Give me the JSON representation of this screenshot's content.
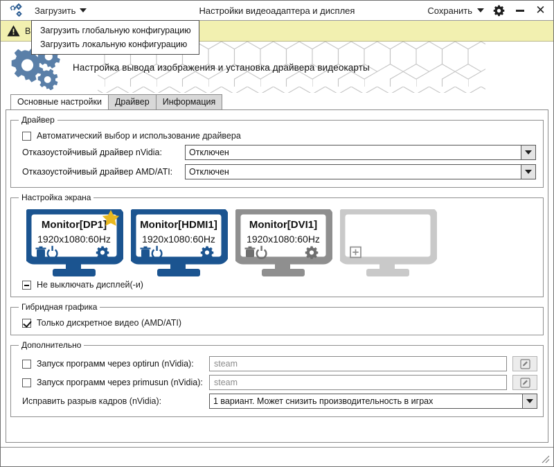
{
  "window": {
    "title": "Настройки видеоадаптера и дисплея",
    "load_menu_label": "Загрузить",
    "save_menu_label": "Сохранить",
    "settings_icon": "gear-icon",
    "minimize_icon": "minimize-icon",
    "close_icon": "close-icon",
    "app_icon": "gears-app-icon"
  },
  "dropdown": {
    "items": [
      {
        "label": "Загрузить глобальную конфигурацию"
      },
      {
        "label": "Загрузить локальную конфигурацию"
      }
    ]
  },
  "warning": {
    "icon": "warning-triangle-icon",
    "text": "В",
    "background": "#f2f0b0"
  },
  "header": {
    "logo_icon": "gears-logo-icon",
    "title": "Настройка вывода изображения и установка драйвера видеокарты",
    "logo_color": "#5a7fa8"
  },
  "tabs": [
    {
      "label": "Основные настройки",
      "active": true
    },
    {
      "label": "Драйвер",
      "active": false
    },
    {
      "label": "Информация",
      "active": false
    }
  ],
  "driver_group": {
    "legend": "Драйвер",
    "auto_checkbox": {
      "label": "Автоматический выбор и использование драйвера",
      "state": "unchecked"
    },
    "nvidia": {
      "label": "Отказоустойчивый драйвер nVidia:",
      "value": "Отключен"
    },
    "amd": {
      "label": "Отказоустойчивый драйвер AMD/ATI:",
      "value": "Отключен"
    }
  },
  "screen_group": {
    "legend": "Настройка экрана",
    "monitors": [
      {
        "name": "Monitor[DP1]",
        "mode": "1920x1080:60Hz",
        "color": "#1b5490",
        "primary": true,
        "star_color": "#e8b820",
        "icons": [
          "trash-icon",
          "power-icon",
          "gear-icon"
        ]
      },
      {
        "name": "Monitor[HDMI1]",
        "mode": "1920x1080:60Hz",
        "color": "#1b5490",
        "primary": false,
        "icons": [
          "trash-icon",
          "power-icon",
          "gear-icon"
        ]
      },
      {
        "name": "Monitor[DVI1]",
        "mode": "1920x1080:60Hz",
        "color": "#8f8f8f",
        "primary": false,
        "icons": [
          "trash-icon",
          "power-icon",
          "gear-icon"
        ]
      },
      {
        "name": "",
        "mode": "",
        "color": "#c9c9c9",
        "primary": false,
        "placeholder": true,
        "icons": [
          "plus-box-icon"
        ]
      }
    ],
    "keep_on_checkbox": {
      "label": "Не выключать дисплей(-и)",
      "state": "indeterminate"
    }
  },
  "hybrid_group": {
    "legend": "Гибридная графика",
    "discrete_checkbox": {
      "label": "Только дискретное видео (AMD/ATI)",
      "state": "checked"
    }
  },
  "advanced_group": {
    "legend": "Дополнительно",
    "optirun": {
      "label": "Запуск программ через optirun (nVidia):",
      "state": "unchecked",
      "placeholder": "steam",
      "value": "",
      "edit_icon": "edit-pencil-icon"
    },
    "primusrun": {
      "label": "Запуск программ через primusun (nVidia):",
      "state": "unchecked",
      "placeholder": "steam",
      "value": "",
      "edit_icon": "edit-pencil-icon"
    },
    "tearfree": {
      "label": "Исправить разрыв кадров (nVidia):",
      "value": "1 вариант. Может снизить производительность в играх"
    }
  },
  "statusbar": {
    "text": "",
    "grip_icon": "resize-grip-icon"
  }
}
